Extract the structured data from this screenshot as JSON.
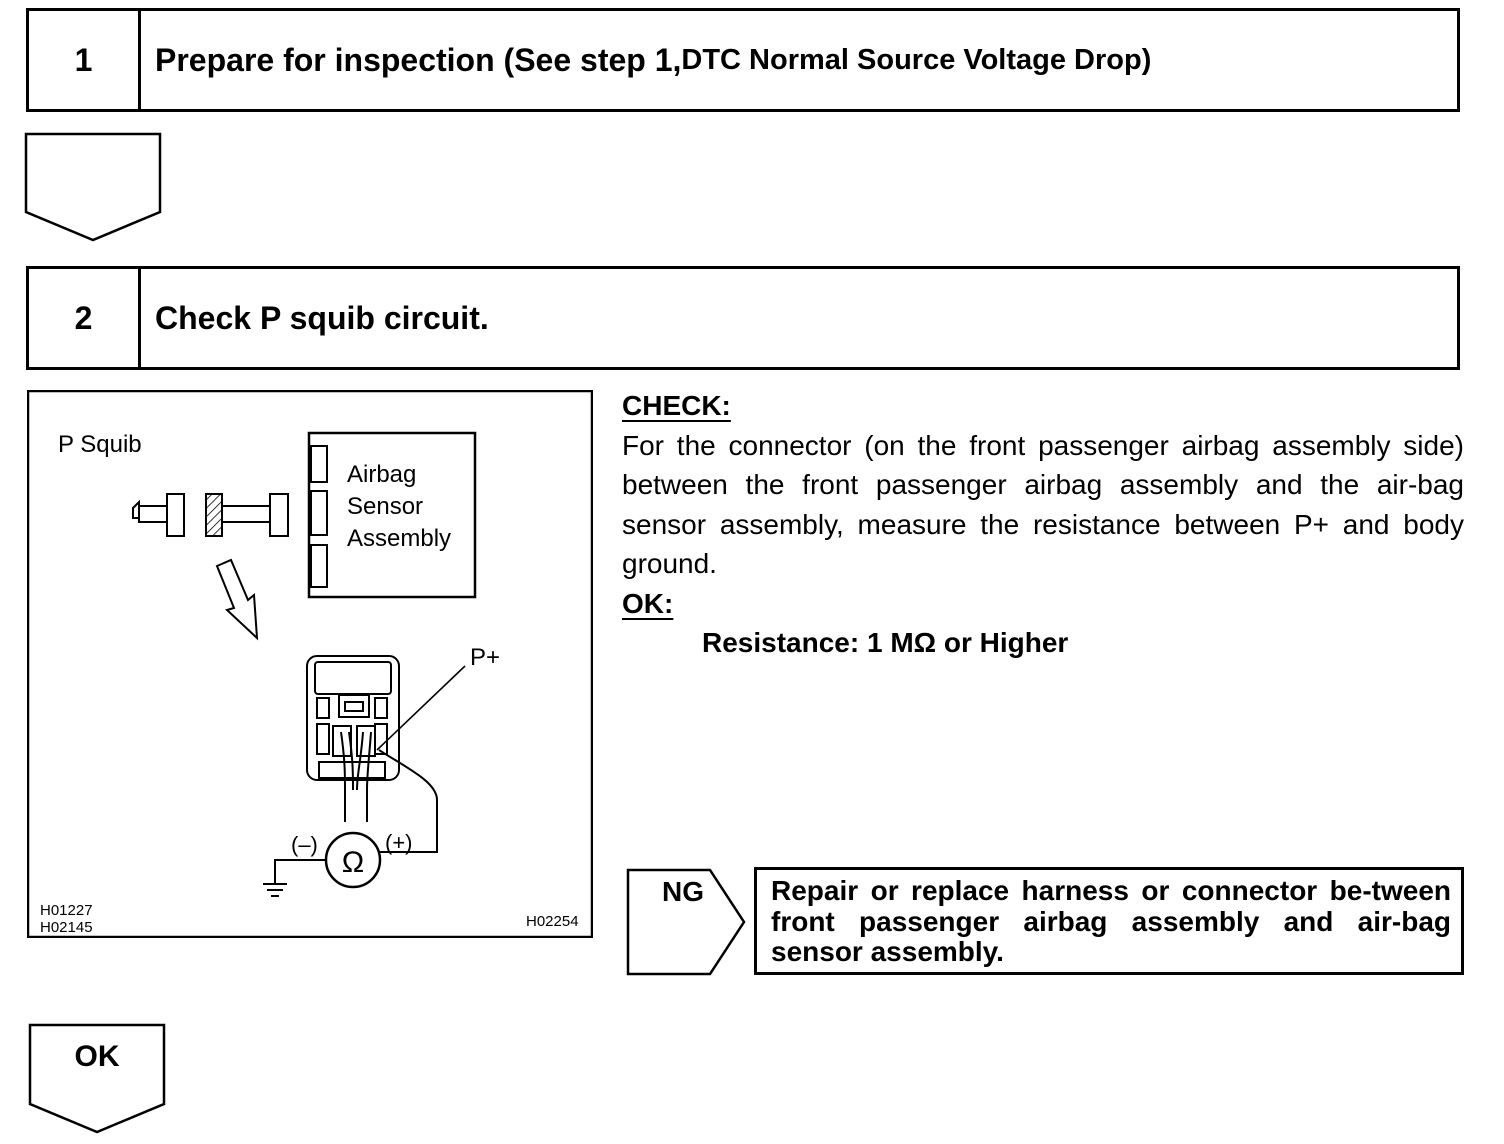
{
  "step1": {
    "number": "1",
    "title_main": "Prepare for inspection (See step 1,",
    "title_ref": "DTC Normal Source Voltage Drop)"
  },
  "step2": {
    "number": "2",
    "title": "Check P squib circuit."
  },
  "figure": {
    "p_squib_label": "P Squib",
    "sensor_label_lines": [
      "Airbag",
      "Sensor",
      "Assembly"
    ],
    "terminal_label": "P+",
    "minus_label": "(–)",
    "plus_label": "(+)",
    "ohm_symbol": "Ω",
    "code_left_1": "H01227",
    "code_left_2": "H02145",
    "code_right": "H02254"
  },
  "check": {
    "heading": "CHECK:",
    "text": "For the connector (on the front passenger airbag assembly side) between the front passenger airbag assembly and the air-bag sensor assembly, measure the resistance between P+ and body ground.",
    "ok_heading": "OK:",
    "spec": "Resistance: 1 MΩ or Higher"
  },
  "ng": {
    "label": "NG",
    "action": "Repair or replace harness or connector be-tween front passenger airbag assembly and air-bag sensor assembly."
  },
  "ok_arrow_label": "OK"
}
